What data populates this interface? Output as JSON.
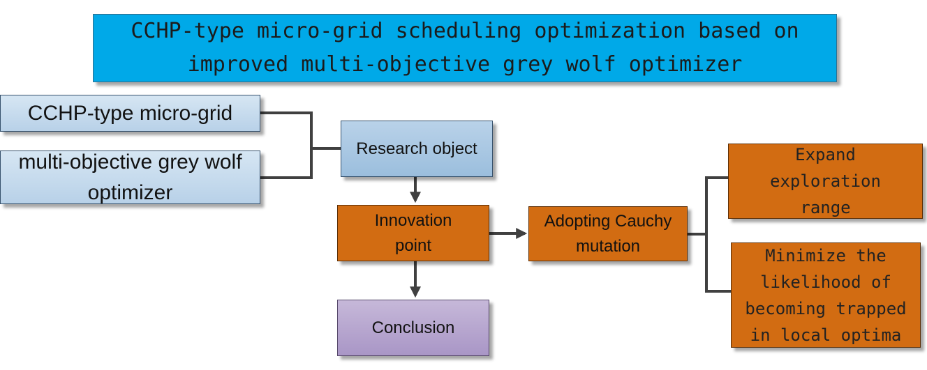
{
  "title": "CCHP-type micro-grid scheduling optimization based on improved multi-objective grey wolf optimizer",
  "nodes": {
    "microgrid": "CCHP-type micro-grid",
    "gwo": "multi-objective grey wolf optimizer",
    "research_object": "Research object",
    "innovation_point": "Innovation point",
    "cauchy": "Adopting Cauchy mutation",
    "conclusion": "Conclusion",
    "expand": "Expand exploration range",
    "minimize": "Minimize the likelihood of becoming trapped in local optima"
  },
  "colors": {
    "title_bg": "#00a9e8",
    "blue": "#b8d1e8",
    "orange": "#d26c12",
    "purple": "#a996c6",
    "connector": "#404040"
  }
}
